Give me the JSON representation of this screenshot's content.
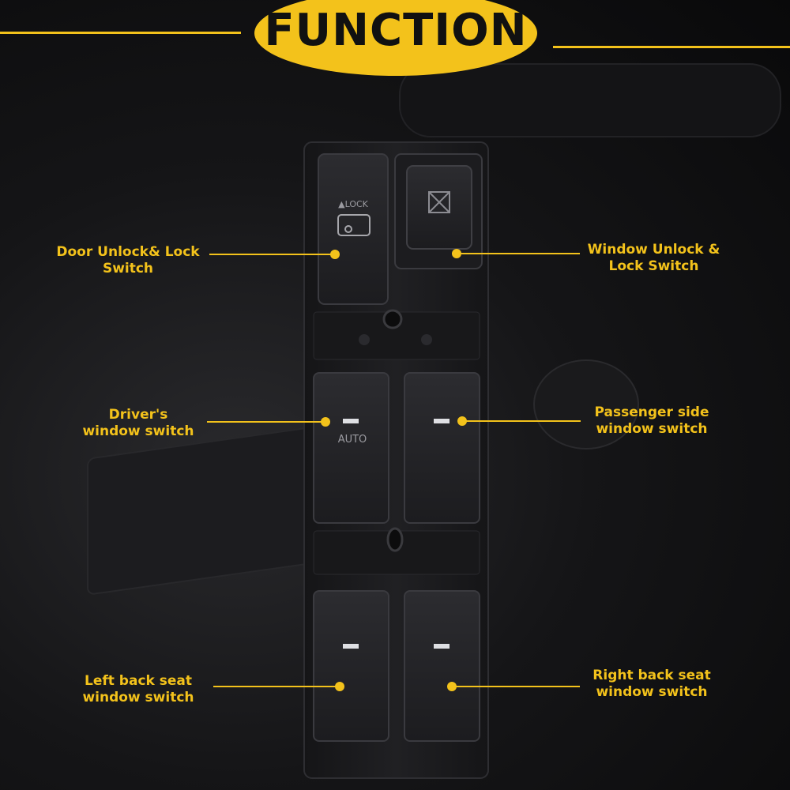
{
  "header": {
    "title": "FUNCTION"
  },
  "colors": {
    "accent": "#f3c21b",
    "switch_body": "#1b1b1d",
    "switch_face": "#232326",
    "switch_edge": "#333338"
  },
  "switch_unit": {
    "lock_button_text": "▲LOCK",
    "auto_text": "AUTO"
  },
  "callouts": [
    {
      "id": "door-lock",
      "lines": [
        "Door Unlock& Lock",
        "Switch"
      ]
    },
    {
      "id": "window-lock",
      "lines": [
        "Window Unlock &",
        "Lock Switch"
      ]
    },
    {
      "id": "driver",
      "lines": [
        "Driver's",
        "window switch"
      ]
    },
    {
      "id": "passenger",
      "lines": [
        "Passenger side",
        "window switch"
      ]
    },
    {
      "id": "left-back",
      "lines": [
        "Left back seat",
        "window switch"
      ]
    },
    {
      "id": "right-back",
      "lines": [
        "Right back seat",
        "window switch"
      ]
    }
  ]
}
